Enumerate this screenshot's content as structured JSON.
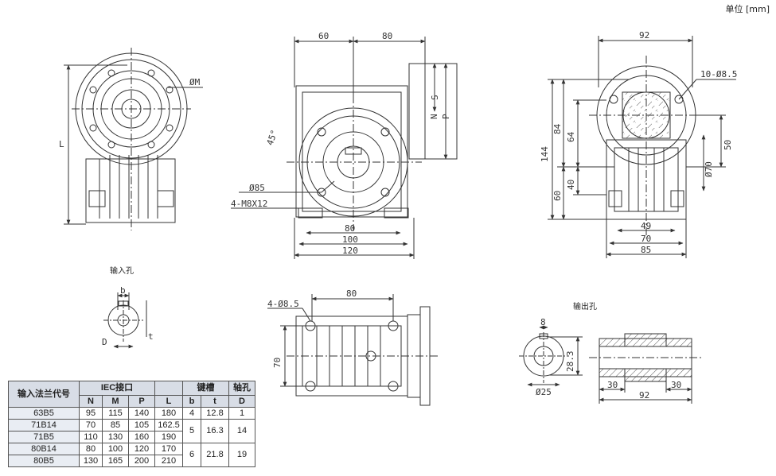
{
  "unit_label": "单位 [mm]",
  "labels": {
    "input_bore": "输入孔",
    "output_bore": "输出孔",
    "phiM": "ØM",
    "L": "L",
    "N": "N",
    "P": "P",
    "S": "S",
    "b": "b",
    "D": "D",
    "t": "t",
    "deg45": "45°",
    "phi85": "Ø85",
    "m8": "4-M8X12",
    "holes_top": "10-Ø8.5",
    "holes_bottom": "4-Ø8.5",
    "phi70": "Ø70",
    "phi25": "Ø25"
  },
  "dims": {
    "d60": "60",
    "d80": "80",
    "d80b": "80",
    "d100": "100",
    "d120": "120",
    "d92": "92",
    "d144": "144",
    "d84": "84",
    "d64": "64",
    "d40": "40",
    "d60b": "60",
    "d50": "50",
    "d49": "49",
    "d70": "70",
    "d85": "85",
    "d80c": "80",
    "d70b": "70",
    "d8": "8",
    "d283": "28.3",
    "d30a": "30",
    "d30b": "30",
    "d92b": "92"
  },
  "table": {
    "col_code": "输入法兰代号",
    "grp_iec": "IEC接口",
    "grp_key": "键槽",
    "grp_bore": "轴孔",
    "sub": [
      "N",
      "M",
      "P",
      "L",
      "b",
      "t",
      "D"
    ],
    "rows": [
      {
        "code": "63B5",
        "N": "95",
        "M": "115",
        "P": "140",
        "L": "180",
        "b": "4",
        "t": "12.8",
        "D": "1"
      },
      {
        "code": "71B14",
        "N": "70",
        "M": "85",
        "P": "105",
        "L": "162.5",
        "b": "5",
        "t": "16.3",
        "D": "14"
      },
      {
        "code": "71B5",
        "N": "110",
        "M": "130",
        "P": "160",
        "L": "190"
      },
      {
        "code": "80B14",
        "N": "80",
        "M": "100",
        "P": "120",
        "L": "170",
        "b": "6",
        "t": "21.8",
        "D": "19"
      },
      {
        "code": "80B5",
        "N": "130",
        "M": "165",
        "P": "200",
        "L": "210"
      }
    ]
  }
}
